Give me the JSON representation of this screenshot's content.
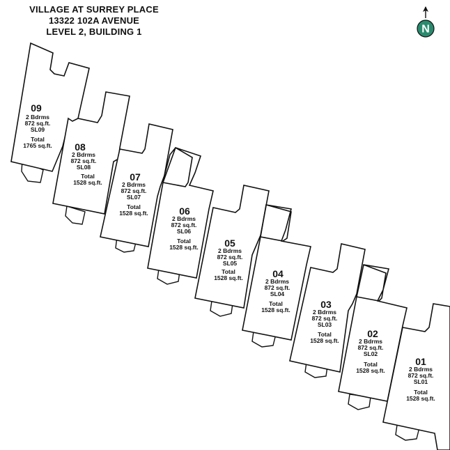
{
  "header": {
    "line1": "VILLAGE AT SURREY PLACE",
    "line2": "13322 102A AVENUE",
    "line3": "LEVEL 2, BUILDING 1"
  },
  "compass": {
    "letter": "N",
    "icon": "north-arrow-icon",
    "accent": "#2a8a6e"
  },
  "units": [
    {
      "id": "09",
      "beds": "2 Bdrms",
      "area": "872 sq.ft.",
      "sl": "SL09",
      "total_label": "Total",
      "total": "1765 sq.ft."
    },
    {
      "id": "08",
      "beds": "2 Bdrms",
      "area": "872 sq.ft.",
      "sl": "SL08",
      "total_label": "Total",
      "total": "1528 sq.ft."
    },
    {
      "id": "07",
      "beds": "2 Bdrms",
      "area": "872 sq.ft.",
      "sl": "SL07",
      "total_label": "Total",
      "total": "1528 sq.ft."
    },
    {
      "id": "06",
      "beds": "2 Bdrms",
      "area": "872 sq.ft.",
      "sl": "SL06",
      "total_label": "Total",
      "total": "1528 sq.ft."
    },
    {
      "id": "05",
      "beds": "2 Bdrms",
      "area": "872 sq.ft.",
      "sl": "SL05",
      "total_label": "Total",
      "total": "1528 sq.ft."
    },
    {
      "id": "04",
      "beds": "2 Bdrms",
      "area": "872 sq.ft.",
      "sl": "SL04",
      "total_label": "Total",
      "total": "1528 sq.ft."
    },
    {
      "id": "03",
      "beds": "2 Bdrms",
      "area": "872 sq.ft.",
      "sl": "SL03",
      "total_label": "Total",
      "total": "1528 sq.ft."
    },
    {
      "id": "02",
      "beds": "2 Bdrms",
      "area": "872 sq.ft.",
      "sl": "SL02",
      "total_label": "Total",
      "total": "1528 sq.ft."
    },
    {
      "id": "01",
      "beds": "2 Bdrms",
      "area": "872 sq.ft.",
      "sl": "SL01",
      "total_label": "Total",
      "total": "1528 sq.ft."
    }
  ]
}
